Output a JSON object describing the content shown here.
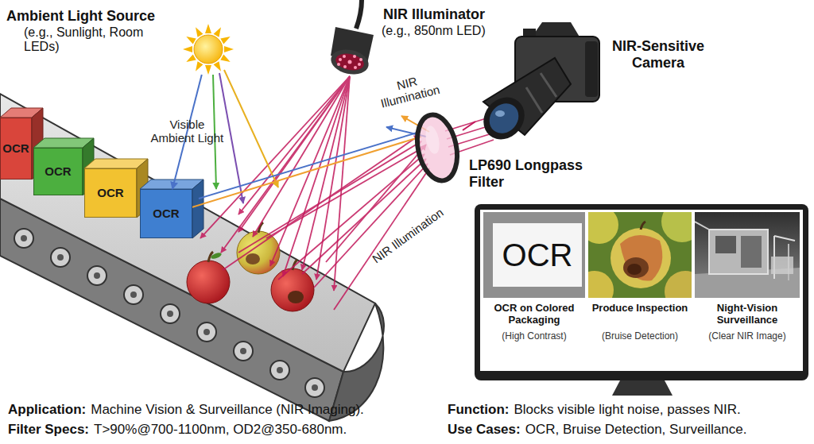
{
  "diagram": {
    "nodes": [
      {
        "text": [
          "Ambient Light Source",
          "(e.g., Sunlight, Room LEDs)"
        ]
      },
      {
        "text": [
          "NIR Illuminator",
          "(e.g., 850nm LED)"
        ]
      },
      {
        "text": [
          "NIR-Sensitive Camera"
        ]
      },
      {
        "text": [
          "LP690 Longpass Filter"
        ]
      },
      {
        "text": [
          "OCR"
        ]
      },
      {
        "text": [
          "OCR"
        ]
      },
      {
        "text": [
          "OCR"
        ]
      },
      {
        "text": [
          "OCR"
        ]
      },
      {
        "text": [
          "OCR",
          "OCR on Colored Packaging",
          "(High Contrast)"
        ]
      },
      {
        "text": [
          "Produce Inspection",
          "(Bruise Detection)"
        ]
      },
      {
        "text": [
          "Night-Vision Surveillance",
          "(Clear NIR Image)"
        ]
      }
    ],
    "edges": [
      {
        "from": 0,
        "to": 7,
        "label": "Visible Ambient Light",
        "arrow": "to"
      },
      {
        "from": 3,
        "to": 2,
        "arrow": "none"
      }
    ],
    "labels": [
      "NIR Illumination",
      "NIR Illumination",
      "Application:",
      "Machine Vision & Surveillance (NIR Imaging).",
      "Function:",
      "Blocks visible light noise, passes NIR.",
      "Filter Specs:",
      "T>90%@700-1100nm, OD2@350-680nm.",
      "Use Cases:",
      "OCR, Bruise Detection, Surveillance."
    ]
  }
}
